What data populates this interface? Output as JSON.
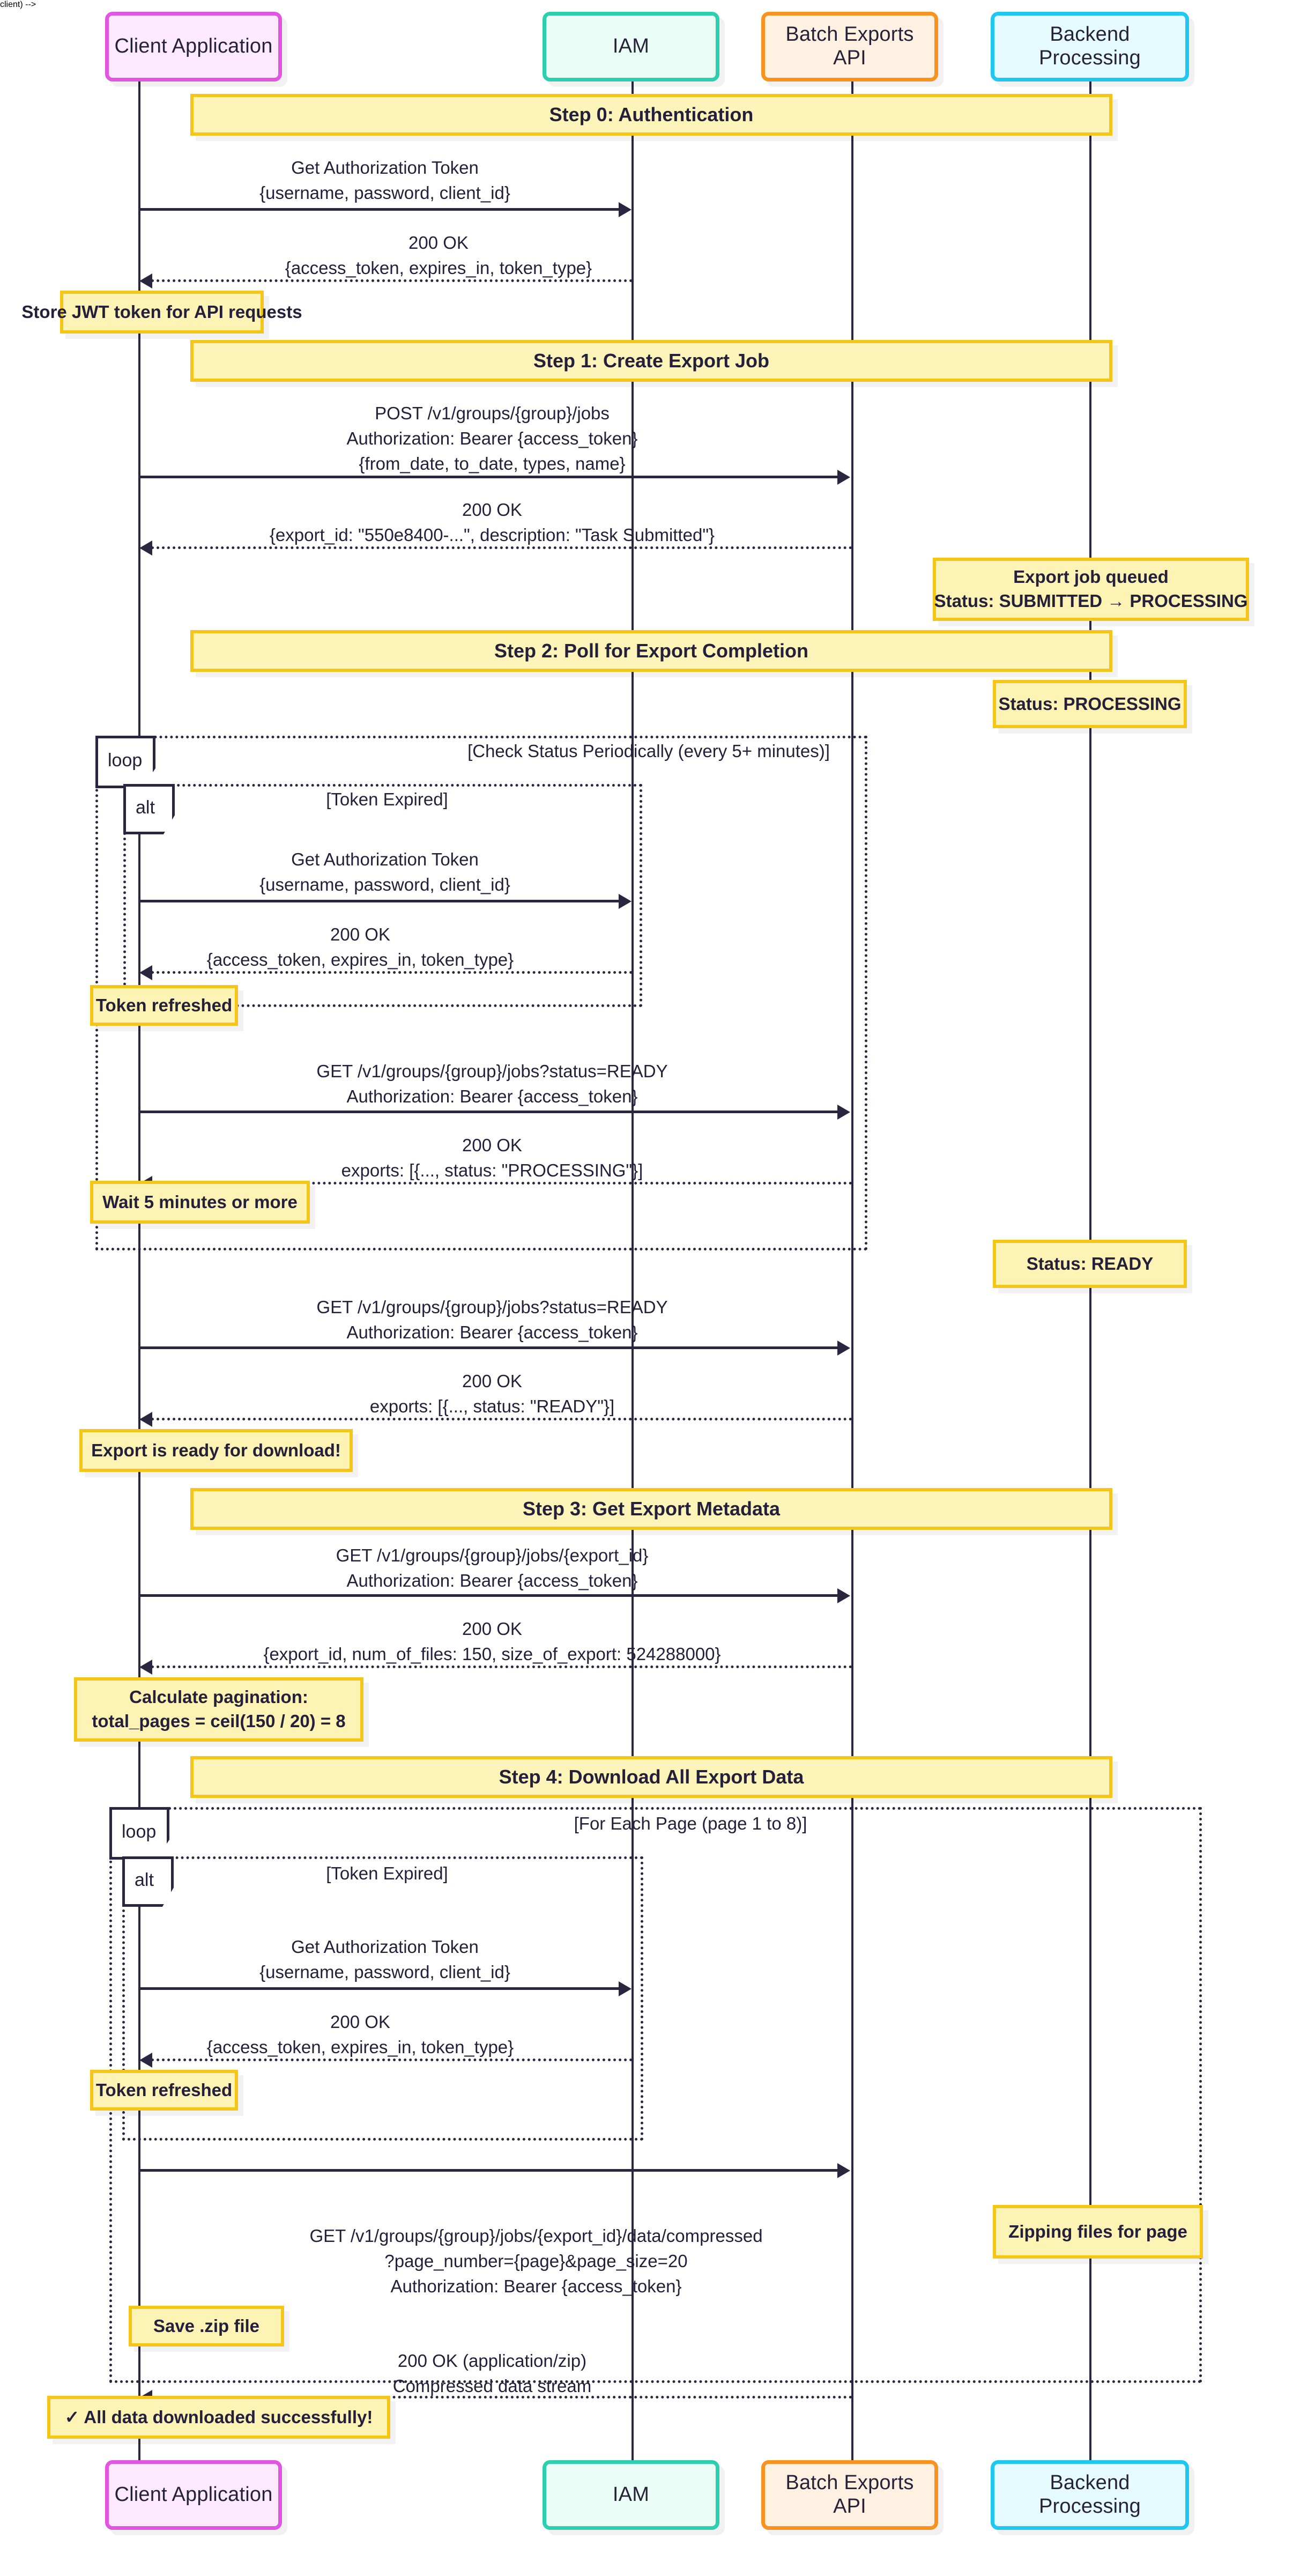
{
  "diagram": {
    "type": "sequence-diagram",
    "title": "Batch Exports API flow"
  },
  "participants": [
    {
      "id": "client",
      "label": "Client Application",
      "border": "#e056e0",
      "fill": "#fdeaff"
    },
    {
      "id": "iam",
      "label": "IAM",
      "border": "#2ecfae",
      "fill": "#eafdf6"
    },
    {
      "id": "api",
      "label": "Batch Exports API",
      "border": "#f7931e",
      "fill": "#fff1e2"
    },
    {
      "id": "backend",
      "label": "Backend Processing",
      "border": "#1fc8f0",
      "fill": "#e6fbff"
    }
  ],
  "steps": [
    {
      "id": "step0",
      "label": "Step 0: Authentication"
    },
    {
      "id": "step1",
      "label": "Step 1: Create Export Job"
    },
    {
      "id": "step2",
      "label": "Step 2: Poll for Export Completion"
    },
    {
      "id": "step3",
      "label": "Step 3: Get Export Metadata"
    },
    {
      "id": "step4",
      "label": "Step 4: Download All Export Data"
    }
  ],
  "messages": {
    "auth_request": {
      "line1": "Get Authorization Token",
      "line2": "{username, password, client_id}"
    },
    "auth_response": {
      "line1": "200 OK",
      "line2": "{access_token, expires_in, token_type}"
    },
    "create_job_request": {
      "line1": "POST /v1/groups/{group}/jobs",
      "line2": "Authorization: Bearer {access_token}",
      "line3": "{from_date, to_date, types, name}"
    },
    "create_job_response": {
      "line1": "200 OK",
      "line2": "{export_id: \"550e8400-...\", description: \"Task Submitted\"}"
    },
    "poll_request": {
      "line1": "GET /v1/groups/{group}/jobs?status=READY",
      "line2": "Authorization: Bearer {access_token}"
    },
    "poll_response_processing": {
      "line1": "200 OK",
      "line2": "exports: [{..., status: \"PROCESSING\"}]"
    },
    "poll_response_ready": {
      "line1": "200 OK",
      "line2": "exports: [{..., status: \"READY\"}]"
    },
    "metadata_request": {
      "line1": "GET /v1/groups/{group}/jobs/{export_id}",
      "line2": "Authorization: Bearer {access_token}"
    },
    "metadata_response": {
      "line1": "200 OK",
      "line2": "{export_id, num_of_files: 150, size_of_export: 524288000}"
    },
    "download_request": {
      "line1": "GET /v1/groups/{group}/jobs/{export_id}/data/compressed",
      "line2": "?page_number={page}&page_size=20",
      "line3": "Authorization: Bearer {access_token}"
    },
    "download_response": {
      "line1": "200 OK (application/zip)",
      "line2": "Compressed data stream"
    }
  },
  "notes": {
    "store_jwt": {
      "line1": "Store JWT token for API requests"
    },
    "export_queued": {
      "line1": "Export job queued",
      "line2": "Status: SUBMITTED → PROCESSING"
    },
    "status_processing": {
      "line1": "Status: PROCESSING"
    },
    "token_refreshed_1": {
      "line1": "Token refreshed"
    },
    "wait_five": {
      "line1": "Wait 5 minutes or more"
    },
    "status_ready": {
      "line1": "Status: READY"
    },
    "export_ready": {
      "line1": "Export is ready for download!"
    },
    "calc_pagination": {
      "line1": "Calculate pagination:",
      "line2": "total_pages = ceil(150 / 20) = 8"
    },
    "token_refreshed_2": {
      "line1": "Token refreshed"
    },
    "zipping": {
      "line1": "Zipping files for page"
    },
    "save_zip": {
      "line1": "Save .zip file"
    },
    "all_done": {
      "line1": "✓ All data downloaded successfully!"
    }
  },
  "fragments": {
    "loop_poll": {
      "tag": "loop",
      "condition": "[Check Status Periodically (every 5+ minutes)]"
    },
    "alt_token_1": {
      "tag": "alt",
      "condition": "[Token Expired]"
    },
    "loop_pages": {
      "tag": "loop",
      "condition": "[For Each Page (page 1 to 8)]"
    },
    "alt_token_2": {
      "tag": "alt",
      "condition": "[Token Expired]"
    }
  },
  "colors": {
    "note_fill": "#fdf3b5",
    "note_border": "#f5c518",
    "line": "#2a2640",
    "background": "#ffffff"
  }
}
